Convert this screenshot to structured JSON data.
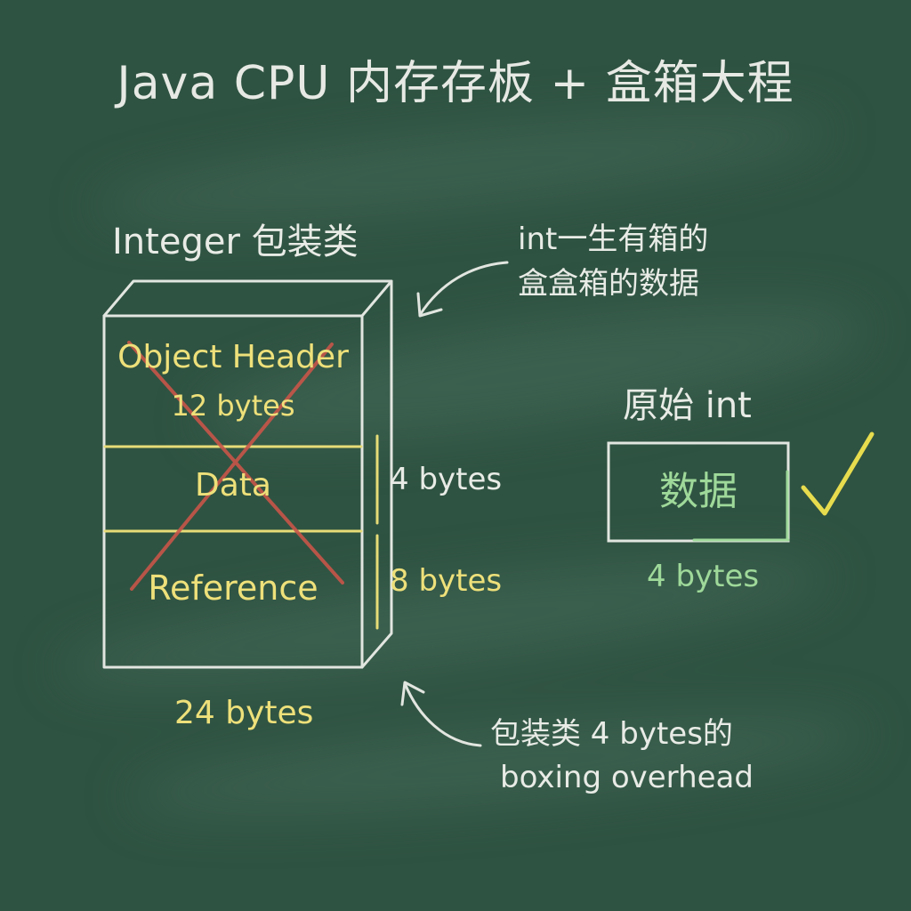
{
  "title": "Java CPU 内存存板 + 盒箱大程",
  "integer_box": {
    "label": "Integer 包装类",
    "sections": [
      {
        "name": "Object Header",
        "size": "12 bytes"
      },
      {
        "name": "Data",
        "size": "4 bytes"
      },
      {
        "name": "Reference",
        "size": "8 bytes"
      }
    ],
    "total": "24 bytes"
  },
  "annotation_top": {
    "line1": "int一生有箱的",
    "line2": "盒盒箱的数据"
  },
  "annotation_bottom": {
    "line1": "包装类 4 bytes的",
    "line2": "boxing overhead"
  },
  "primitive": {
    "label": "原始 int",
    "content": "数据",
    "size": "4 bytes"
  },
  "colors": {
    "board": "#2f5342",
    "chalk_white": "#e8ebe6",
    "chalk_yellow": "#eee07a",
    "chalk_green": "#9fd99a",
    "cross_red": "#c8564a"
  }
}
